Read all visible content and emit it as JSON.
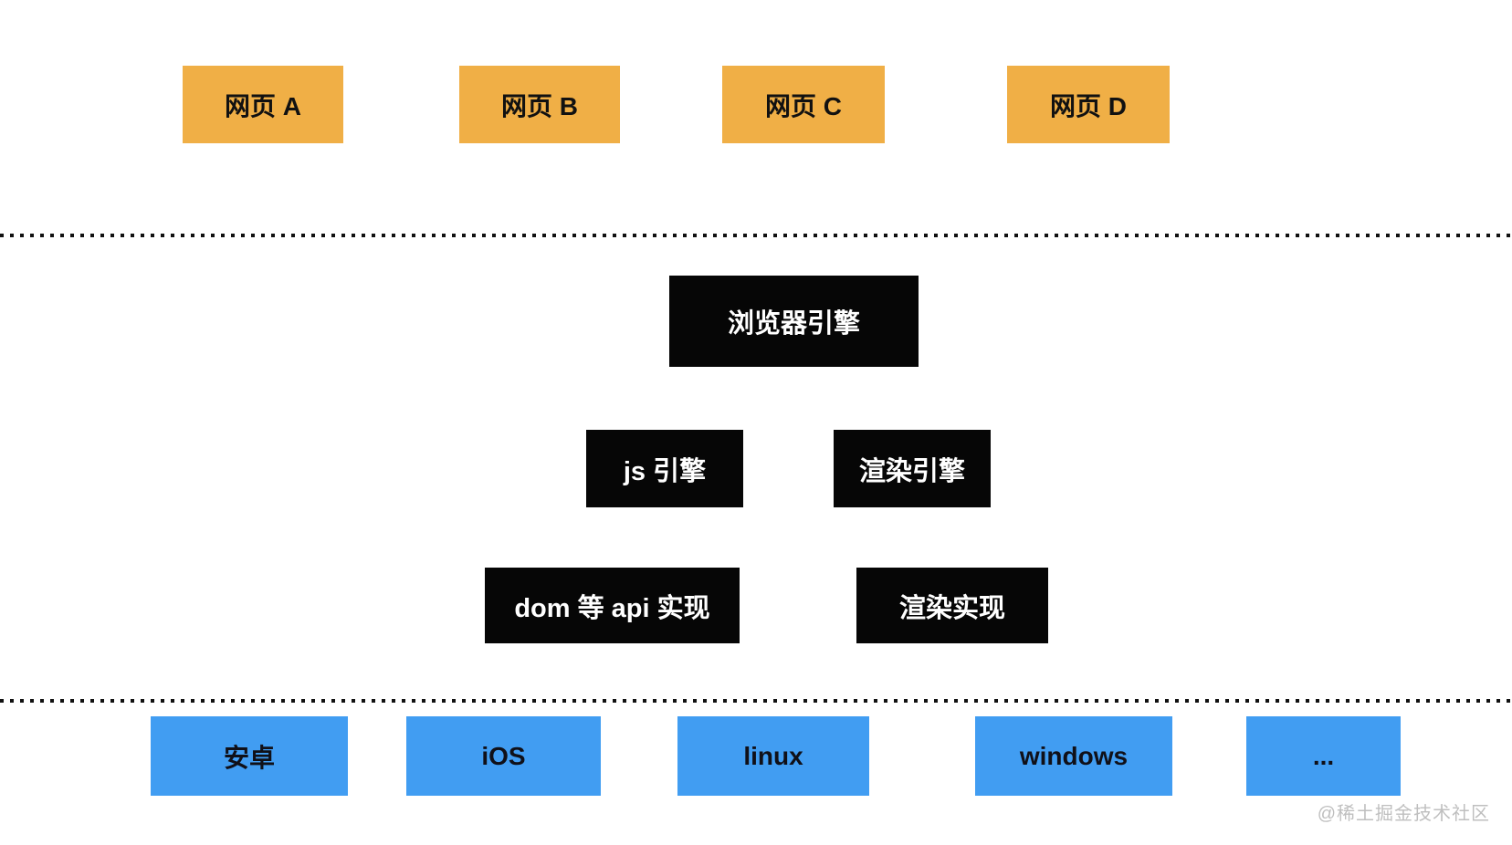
{
  "pages": [
    {
      "label": "网页 A"
    },
    {
      "label": "网页 B"
    },
    {
      "label": "网页 C"
    },
    {
      "label": "网页 D"
    }
  ],
  "browser_engine": {
    "label": "浏览器引擎"
  },
  "engines": [
    {
      "label": "js 引擎"
    },
    {
      "label": "渲染引擎"
    }
  ],
  "implementations": [
    {
      "label": "dom 等 api 实现"
    },
    {
      "label": "渲染实现"
    }
  ],
  "platforms": [
    {
      "label": "安卓"
    },
    {
      "label": "iOS"
    },
    {
      "label": "linux"
    },
    {
      "label": "windows"
    },
    {
      "label": "..."
    }
  ],
  "watermark": "@稀土掘金技术社区",
  "colors": {
    "page-orange": "#F0AF46",
    "platform-blue": "#419DF2",
    "box-black": "#060606",
    "watermark-gray": "#BFBFBF",
    "dot-black": "#111111"
  }
}
